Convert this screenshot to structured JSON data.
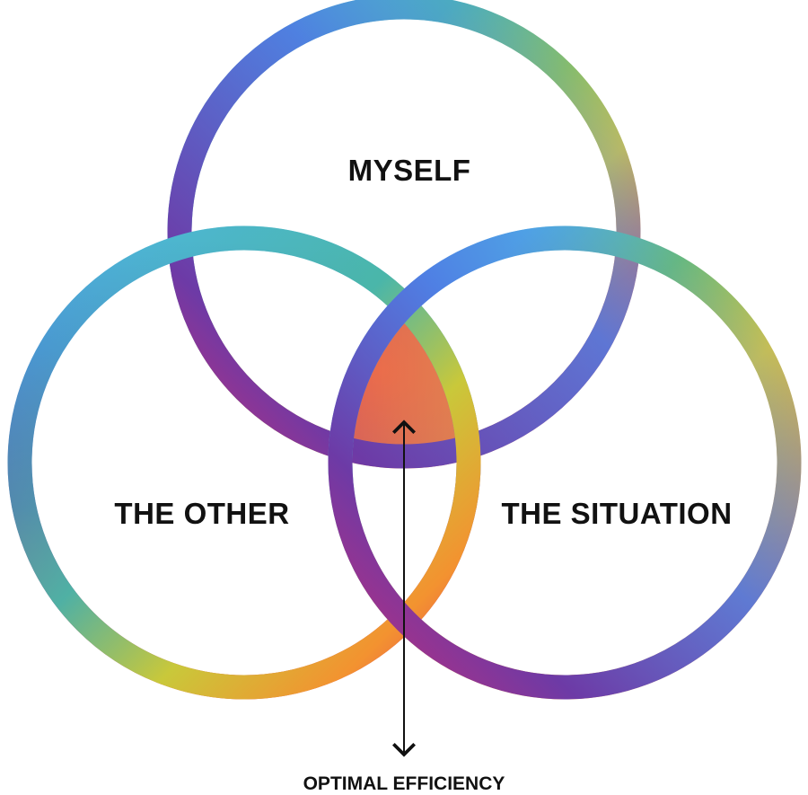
{
  "diagram": {
    "type": "venn",
    "sets": [
      {
        "id": "myself",
        "label": "MYSELF"
      },
      {
        "id": "the-other",
        "label": "THE OTHER"
      },
      {
        "id": "the-situation",
        "label": "THE SITUATION"
      }
    ],
    "intersection_label": "OPTIMAL EFFICIENCY",
    "colors": {
      "blue": "#4f7ae3",
      "cyan": "#4fb6e6",
      "teal": "#4ab7a6",
      "green": "#7cc04a",
      "yellow": "#f4c81e",
      "orange": "#f39230",
      "red": "#e43b5c",
      "magenta": "#c42d78",
      "purple": "#6d3aa6",
      "label": "#111111"
    }
  }
}
